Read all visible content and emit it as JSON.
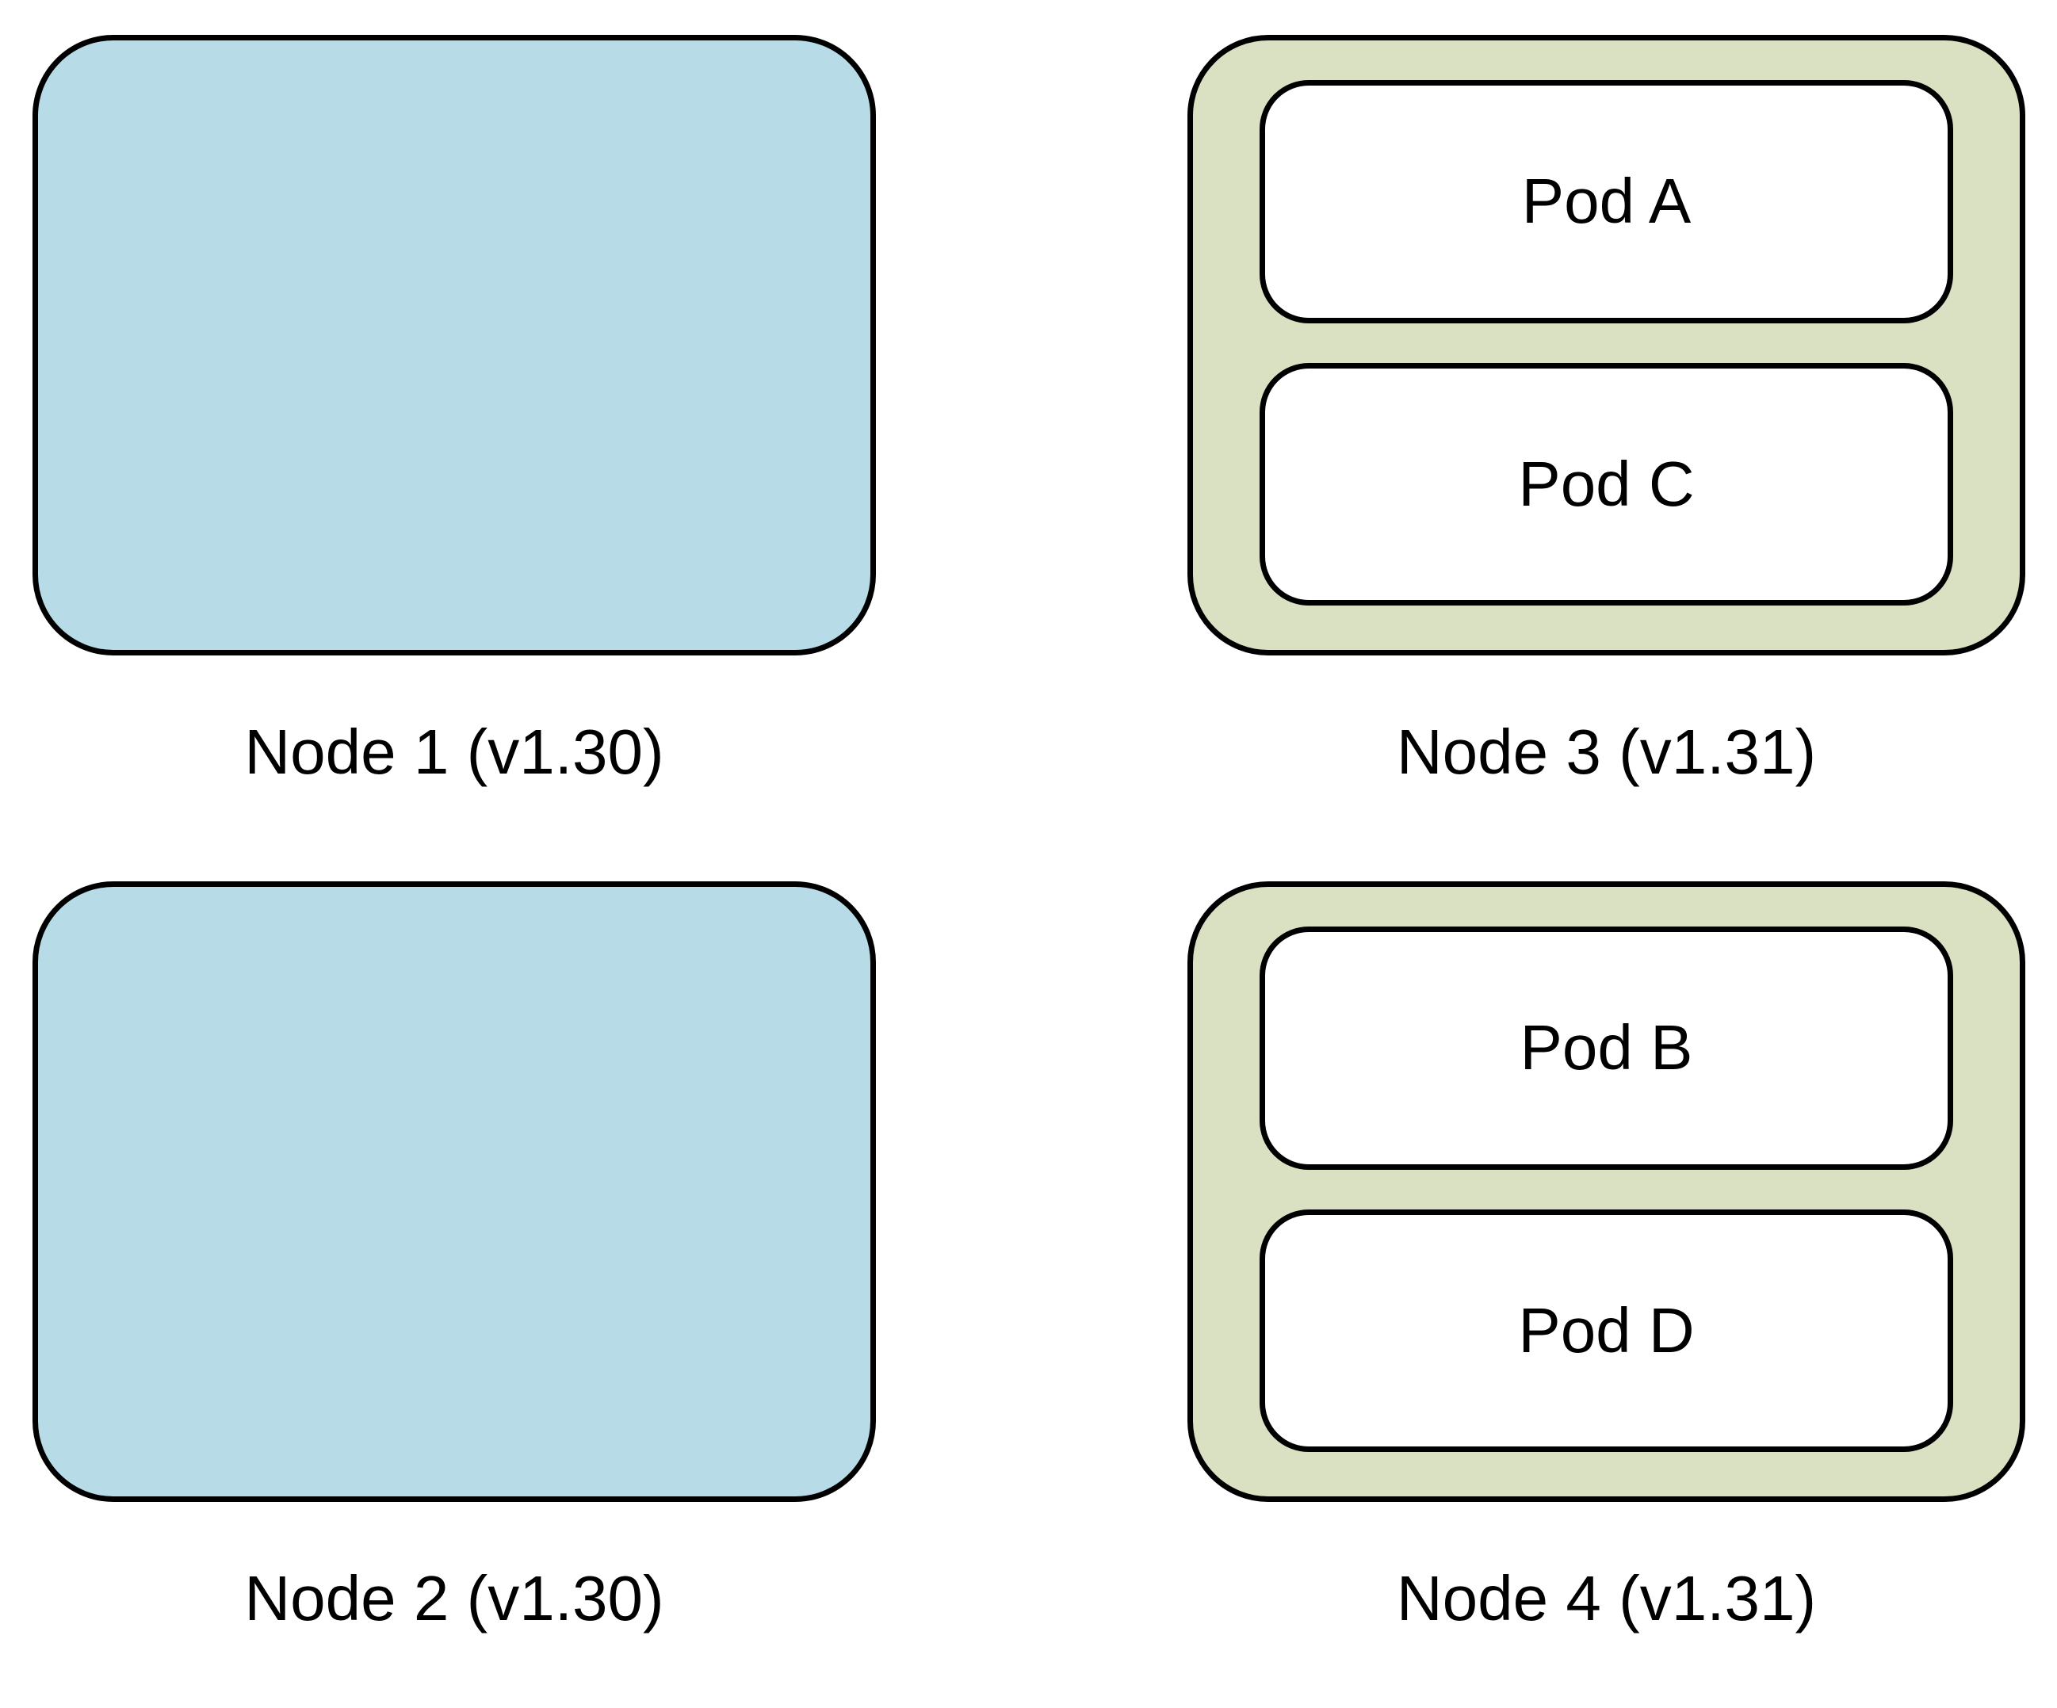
{
  "colors": {
    "node_v130_fill": "#B7DCE8",
    "node_v131_fill": "#D9E1C2",
    "pod_fill": "#FFFFFF",
    "stroke": "#000000",
    "text": "#000000",
    "page_bg": "#FFFFFF"
  },
  "nodes": [
    {
      "label": "Node 1 (v1.30)",
      "version": "v1.30",
      "pods": []
    },
    {
      "label": "Node 2 (v1.30)",
      "version": "v1.30",
      "pods": []
    },
    {
      "label": "Node 3 (v1.31)",
      "version": "v1.31",
      "pods": [
        "Pod A",
        "Pod C"
      ]
    },
    {
      "label": "Node 4 (v1.31)",
      "version": "v1.31",
      "pods": [
        "Pod B",
        "Pod D"
      ]
    }
  ]
}
